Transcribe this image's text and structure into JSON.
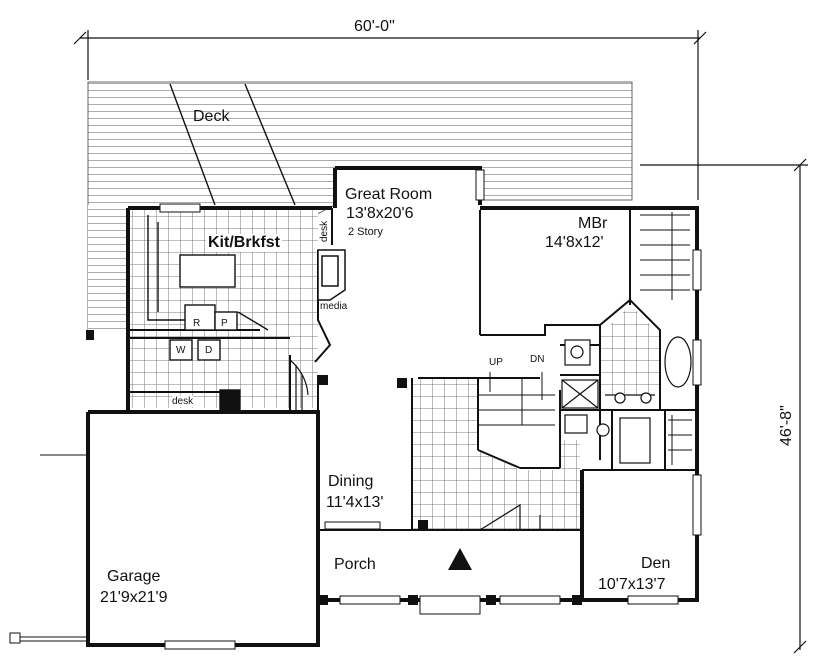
{
  "dimensions": {
    "width_label": "60'-0\"",
    "depth_label": "46'-8\""
  },
  "rooms": {
    "deck": {
      "name": "Deck"
    },
    "great_room": {
      "name": "Great Room",
      "size": "13'8x20'6",
      "note": "2 Story"
    },
    "kitchen": {
      "name": "Kit/Brkfst"
    },
    "master_bedroom": {
      "name": "MBr",
      "size": "14'8x12'"
    },
    "dining": {
      "name": "Dining",
      "size": "11'4x13'"
    },
    "porch": {
      "name": "Porch"
    },
    "garage": {
      "name": "Garage",
      "size": "21'9x21'9"
    },
    "den": {
      "name": "Den",
      "size": "10'7x13'7"
    }
  },
  "fixtures": {
    "desk_kitchen": "desk",
    "desk_laundry": "desk",
    "media": "media",
    "refrigerator": "R",
    "pantry": "P",
    "washer": "W",
    "dryer": "D",
    "stairs_up": "UP",
    "stairs_down": "DN"
  },
  "colors": {
    "line": "#111111",
    "background": "#ffffff",
    "tile": "#555555"
  }
}
